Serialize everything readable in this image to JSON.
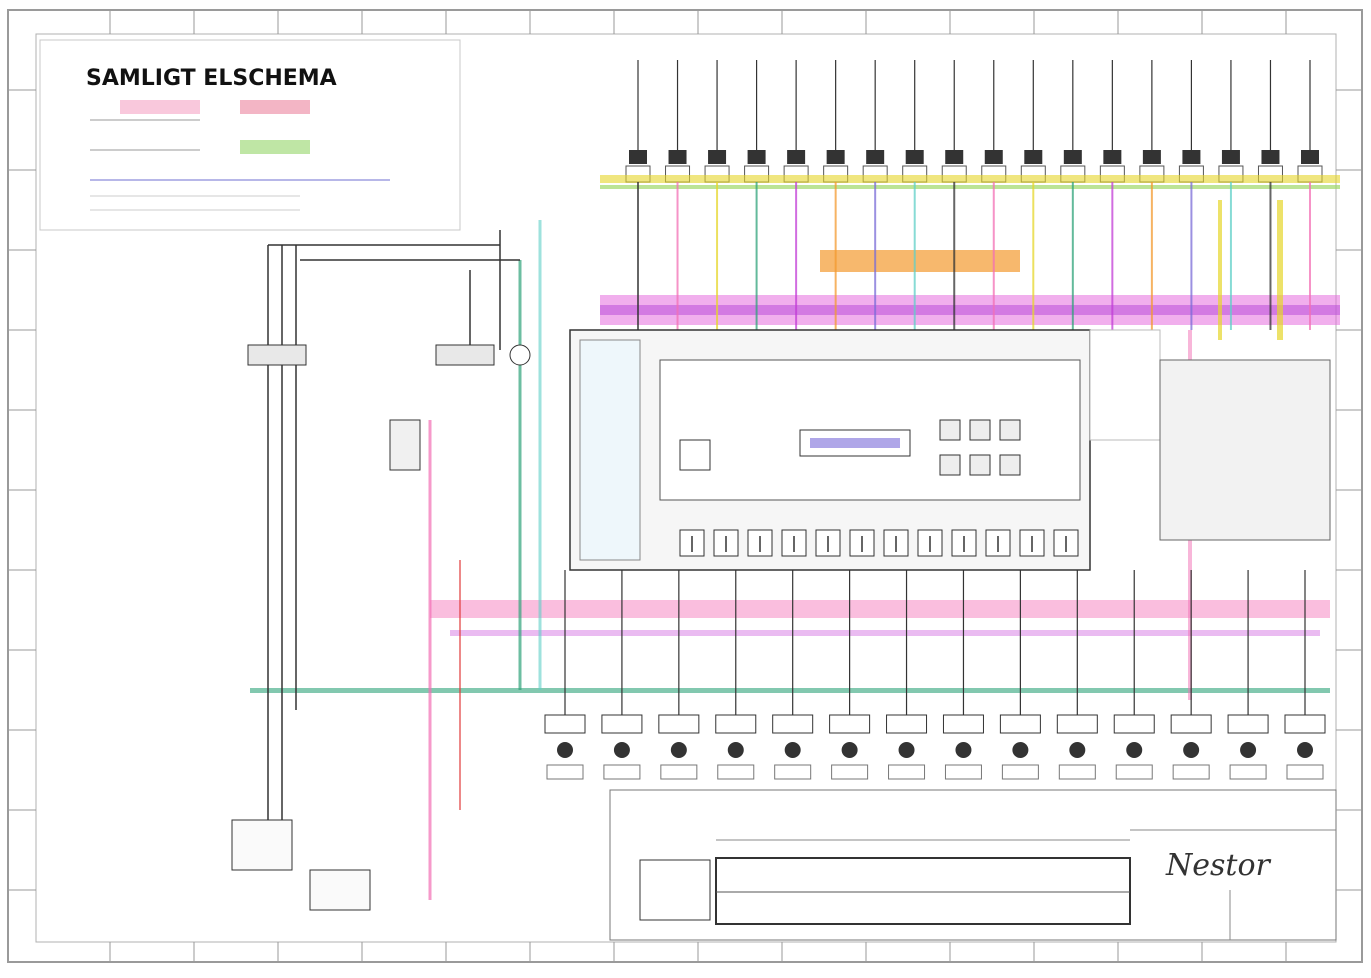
{
  "sheet": {
    "header_small": "",
    "title": "SAMLIGT ELSCHEMA",
    "logo": "Nestor",
    "sheet_number": ""
  },
  "colors": {
    "border": "#8a8a8a",
    "wire_black": "#333333",
    "wire_green": "#2fa37a",
    "wire_pink": "#f36fb5",
    "wire_magenta": "#c23bd6",
    "wire_purple": "#7a6bd8",
    "wire_orange": "#f39a2f",
    "wire_yellow": "#e6d62a",
    "wire_red": "#e23a3a",
    "wire_cyan": "#5fd0c8",
    "wire_lightgreen": "#9fd86a"
  },
  "diagram": {
    "top_connectors": 18,
    "bottom_connectors": 14,
    "components": [
      "relay",
      "fuse-box",
      "control-unit",
      "switch"
    ]
  }
}
